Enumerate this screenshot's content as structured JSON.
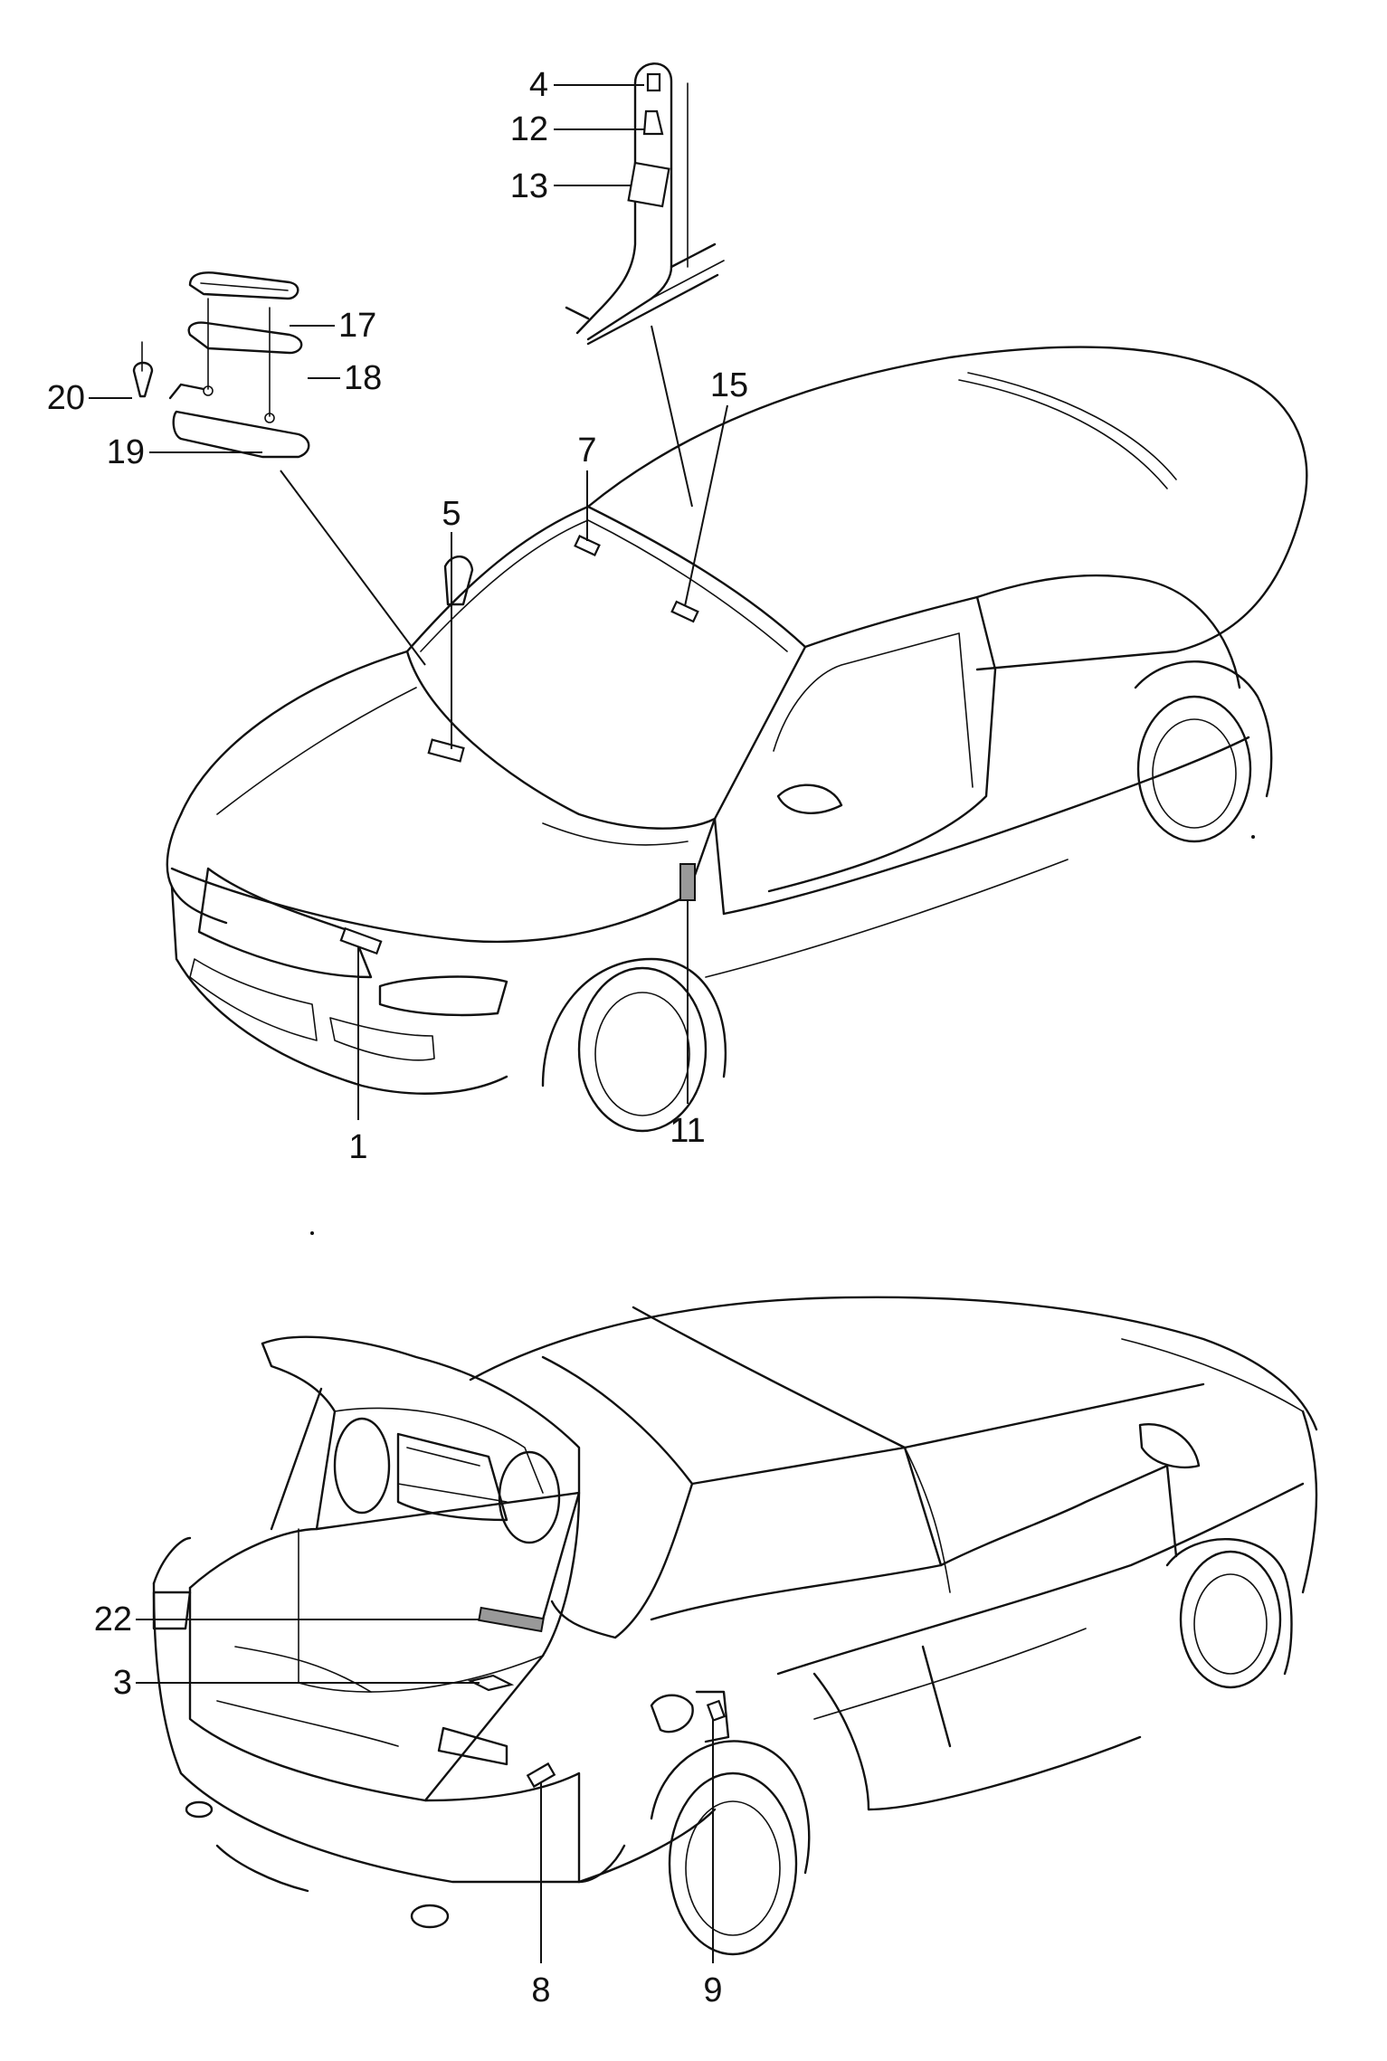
{
  "diagram": {
    "callouts": {
      "c1": "1",
      "c3": "3",
      "c4": "4",
      "c5": "5",
      "c7": "7",
      "c8": "8",
      "c9": "9",
      "c11": "11",
      "c12": "12",
      "c13": "13",
      "c15": "15",
      "c17": "17",
      "c18": "18",
      "c19": "19",
      "c20": "20",
      "c22": "22"
    }
  }
}
